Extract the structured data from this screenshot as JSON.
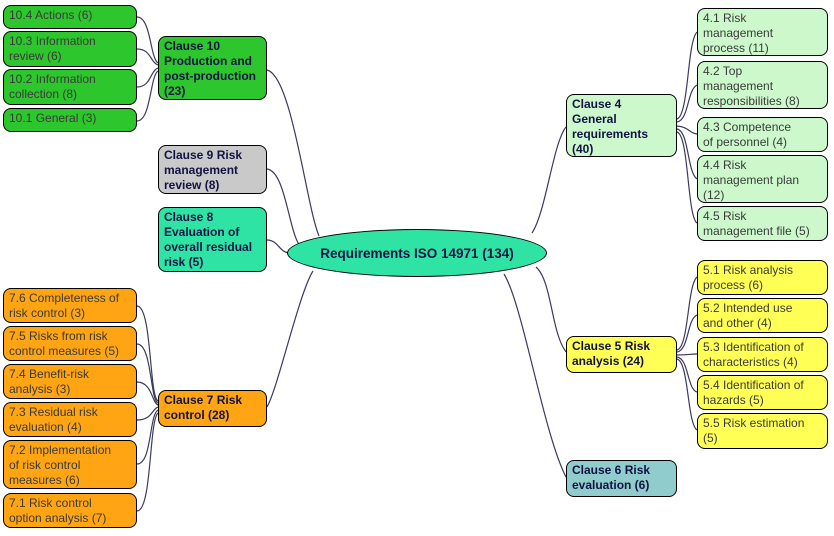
{
  "colors": {
    "bright_green": "#2DC62D",
    "light_green": "#CCF8CC",
    "yellow": "#FFFF55",
    "spring_green": "#2EE3A4",
    "teal": "#8FCCCB",
    "gray": "#C9C9C9",
    "orange": "#FFA513",
    "border": "#000000",
    "connector": "#3B3B5E",
    "header_text": "#121244",
    "body_text": "#3A3A3A"
  },
  "root": {
    "label": "Requirements ISO 14971 (134)"
  },
  "clause4": {
    "label": "Clause 4\nGeneral\nrequirements\n(40)",
    "children": [
      "4.1 Risk\nmanagement\nprocess (11)",
      "4.2 Top\nmanagement\nresponsibilities (8)",
      "4.3 Competence\nof  personnel (4)",
      "4.4 Risk\nmanagement plan\n(12)",
      "4.5 Risk\nmanagement file (5)"
    ]
  },
  "clause5": {
    "label": "Clause 5 Risk\nanalysis (24)",
    "children": [
      "5.1 Risk analysis\nprocess (6)",
      "5.2 Intended use\nand other (4)",
      "5.3 Identification of\ncharacteristics (4)",
      "5.4 Identification of\nhazards (5)",
      "5.5 Risk estimation\n(5)"
    ]
  },
  "clause6": {
    "label": "Clause 6 Risk\nevaluation (6)"
  },
  "clause7": {
    "label": "Clause 7 Risk\ncontrol (28)",
    "children": [
      "7.6 Completeness of\nrisk control (3)",
      "7.5 Risks from risk\ncontrol measures (5)",
      "7.4 Benefit-risk\nanalysis (3)",
      "7.3 Residual risk\nevaluation (4)",
      "7.2 Implementation\nof risk control\nmeasures (6)",
      "7.1 Risk control\noption analysis (7)"
    ]
  },
  "clause8": {
    "label": "Clause 8\nEvaluation of\noverall residual\nrisk (5)"
  },
  "clause9": {
    "label": "Clause 9 Risk\nmanagement\nreview (8)"
  },
  "clause10": {
    "label": "Clause 10\nProduction and\npost-production\n(23)",
    "children": [
      "10.4 Actions (6)",
      "10.3 Information\nreview (6)",
      "10.2 Information\ncollection (8)",
      "10.1 General (3)"
    ]
  }
}
